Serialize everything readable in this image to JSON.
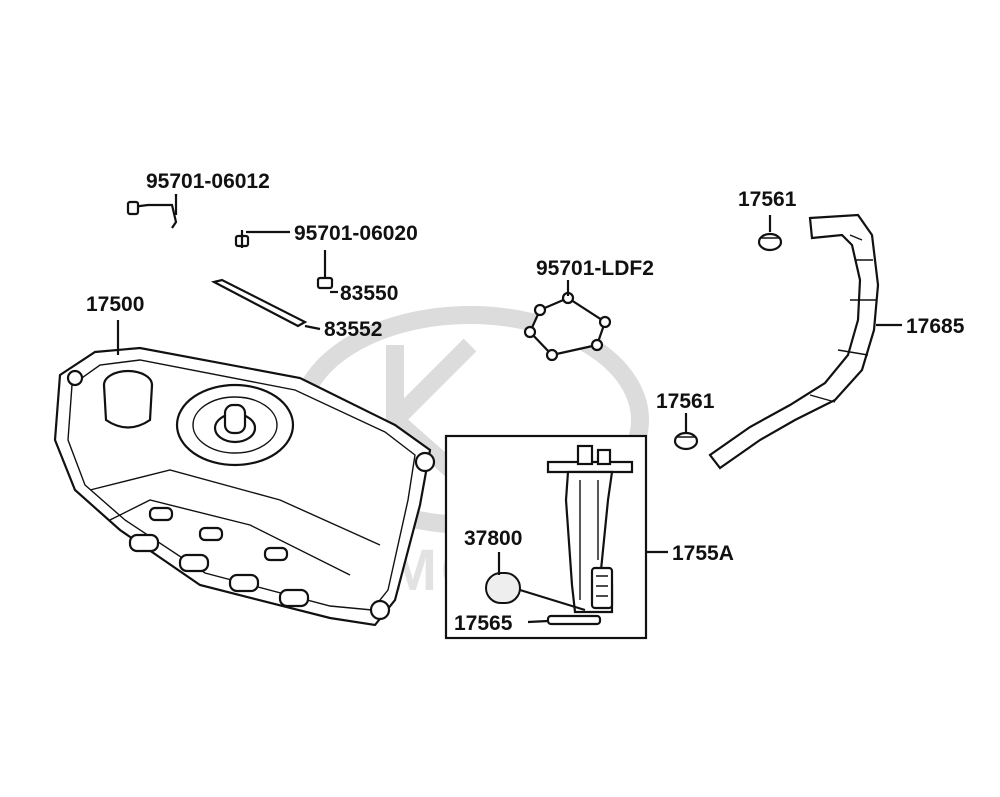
{
  "watermark": {
    "text": "KYMCO"
  },
  "callouts": [
    {
      "id": "p1",
      "label": "95701-06012"
    },
    {
      "id": "p2",
      "label": "95701-06020"
    },
    {
      "id": "p3",
      "label": "83550"
    },
    {
      "id": "p4",
      "label": "83552"
    },
    {
      "id": "p5",
      "label": "17500"
    },
    {
      "id": "p6",
      "label": "95701-LDF2"
    },
    {
      "id": "p7",
      "label": "17561"
    },
    {
      "id": "p8",
      "label": "17685"
    },
    {
      "id": "p9",
      "label": "17561"
    },
    {
      "id": "p10",
      "label": "37800"
    },
    {
      "id": "p11",
      "label": "1755A"
    },
    {
      "id": "p12",
      "label": "17565"
    }
  ],
  "icons": [
    "fuel-tank-icon",
    "fuel-pump-icon",
    "hose-icon",
    "hose-clamp-icon",
    "bolt-icon",
    "screw-set-icon",
    "filter-icon",
    "gasket-icon"
  ]
}
